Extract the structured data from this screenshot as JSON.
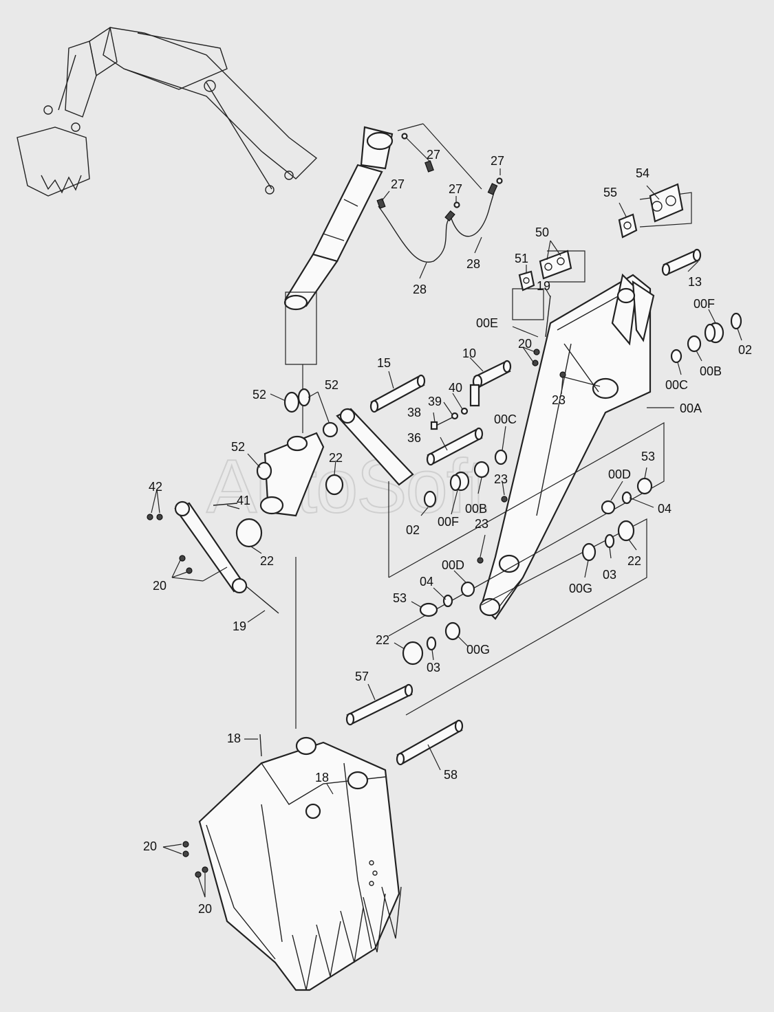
{
  "watermark": "AutoSoft",
  "icons": [
    "excavator-arm-overview",
    "bucket-cylinder",
    "arm-frame",
    "link-assembly",
    "bucket"
  ],
  "labels": {
    "l27a": "27",
    "l27b": "27",
    "l27c": "27",
    "l27d": "27",
    "l28a": "28",
    "l28b": "28",
    "l54": "54",
    "l55": "55",
    "l50": "50",
    "l51": "51",
    "l19a": "19",
    "l13": "13",
    "l00F_a": "00F",
    "l00E": "00E",
    "l20a": "20",
    "l02a": "02",
    "l00B_a": "00B",
    "l00C_a": "00C",
    "l10": "10",
    "l15": "15",
    "l23a": "23",
    "l00A": "00A",
    "l39": "39",
    "l40": "40",
    "l38": "38",
    "l52a": "52",
    "l52b": "52",
    "l52c": "52",
    "l36": "36",
    "l00C_b": "00C",
    "l53a": "53",
    "l00D_a": "00D",
    "l42": "42",
    "l22a": "22",
    "l41": "41",
    "l23b": "23",
    "l02b": "02",
    "l00F_b": "00F",
    "l00B_b": "00B",
    "l04a": "04",
    "l22b": "22",
    "l23c": "23",
    "l00D_b": "00D",
    "l22c": "22",
    "l03a": "03",
    "l20b": "20",
    "l00G_a": "00G",
    "l04b": "04",
    "l53b": "53",
    "l19b": "19",
    "l22d": "22",
    "l03b": "03",
    "l00G_b": "00G",
    "l57": "57",
    "l18a": "18",
    "l18b": "18",
    "l58": "58",
    "l20c": "20",
    "l20d": "20"
  }
}
